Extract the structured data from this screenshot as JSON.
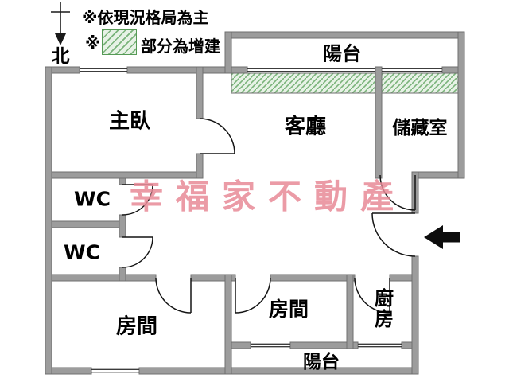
{
  "legend": {
    "note_primary": "※依現況格局為主",
    "addition_prefix": "※",
    "addition_label": "部分為增建"
  },
  "compass": {
    "north": "北"
  },
  "watermark": {
    "text": "幸福家不動產",
    "color": "#e78a96"
  },
  "rooms": {
    "balcony_top": "陽台",
    "master_bedroom": "主臥",
    "living_room": "客廳",
    "storage_room": "儲藏室",
    "wc_upper": "WC",
    "wc_lower": "WC",
    "room_left": "房間",
    "room_center": "房間",
    "kitchen": "廚房",
    "balcony_bottom": "陽台"
  },
  "colors": {
    "wall_fill": "#9c9c9c",
    "wall_edge": "#6f6f6f",
    "addition_fill": "#e7f2e6",
    "addition_stripe": "#7ab37a",
    "entrance_arrow": "#0d0d0d",
    "watermark_pink": "#e78a96"
  }
}
